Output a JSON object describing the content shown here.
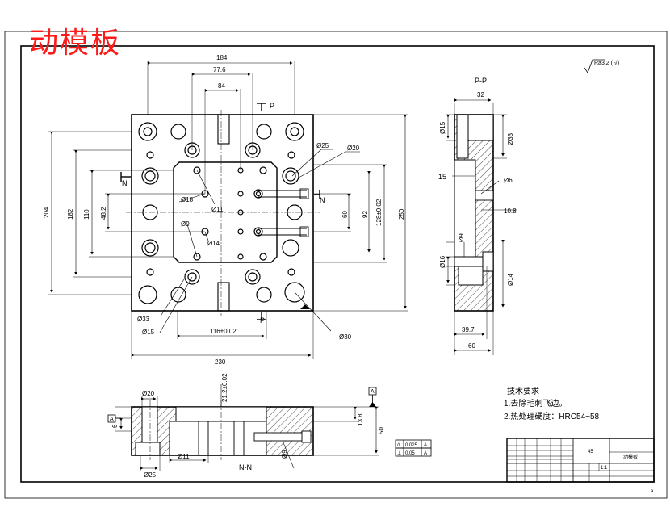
{
  "drawing": {
    "title": "动模板",
    "title_color": "#ff1a1a",
    "roughness": "Ra3.2 ( √)",
    "section_pp": "P-P",
    "section_nn": "N-N",
    "mark_p": "P",
    "mark_n": "N",
    "dims_top": {
      "d184": "184",
      "d776": "77.6",
      "d84": "84",
      "d230": "230",
      "d116": "116±0.02",
      "d204": "204",
      "d182": "182",
      "d110": "110",
      "d482": "48.2",
      "d250": "250",
      "d128": "128±0.02",
      "d92": "92",
      "d60": "60"
    },
    "dia_top": {
      "d25": "Ø25",
      "d20": "Ø20",
      "d18": "Ø18",
      "d11": "Ø11",
      "d9": "Ø9",
      "d14": "Ø14",
      "d33": "Ø33",
      "d15": "Ø15",
      "d30": "Ø30"
    },
    "dims_side": {
      "d32": "32",
      "d15a": "Ø15",
      "d33": "Ø33",
      "d15b": "15",
      "d6": "Ø6",
      "d108": "10.8",
      "d9": "Ø9",
      "d16": "Ø16",
      "d14": "Ø14",
      "d397": "39.7",
      "d60": "60"
    },
    "dims_front": {
      "d20": "Ø20",
      "d212": "21.2±0.02",
      "d138": "13.8",
      "d50": "50",
      "d6": "6",
      "d25": "Ø25",
      "d11": "Ø11",
      "d9": "Ø9"
    },
    "datum": "A",
    "gdt": [
      {
        "sym": "//",
        "val": "0.025",
        "ref": "A"
      },
      {
        "sym": "⊥",
        "val": "0.05",
        "ref": "A"
      }
    ],
    "tech_title": "技术要求",
    "tech_items": [
      "1.去除毛刺飞边。",
      "2.热处理硬度：HRC54~58"
    ],
    "title_block": {
      "name_cell": "动模板",
      "part_cell": "45",
      "scale": "1:1"
    },
    "corner_mark": "a"
  }
}
